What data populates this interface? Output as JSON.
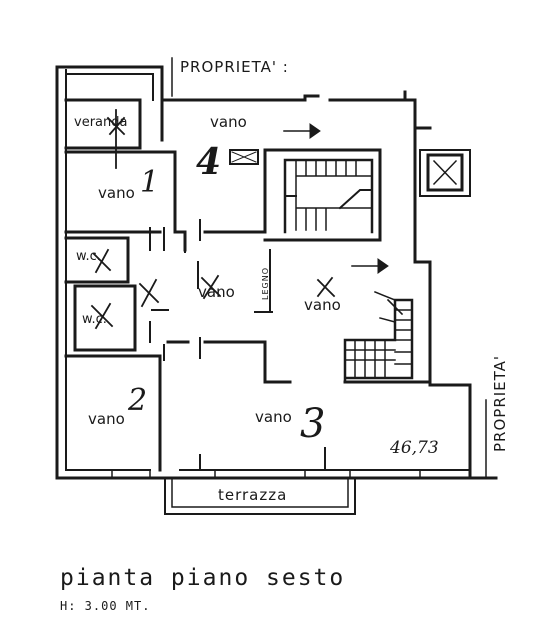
{
  "labels": {
    "owner_top": "PROPRIETA' :",
    "owner_right": "PROPRIETA'",
    "veranda": "veranda",
    "room": "vano",
    "wc": "w.c.",
    "wood": "LEGNO",
    "terrace": "terrazza",
    "area": "46,73",
    "room_numbers": [
      "1",
      "2",
      "3",
      "4"
    ]
  },
  "caption": {
    "title": "pianta piano sesto",
    "height": "H: 3.00 MT."
  },
  "colors": {
    "ink": "#1a1a1a",
    "paper": "#ffffff"
  }
}
